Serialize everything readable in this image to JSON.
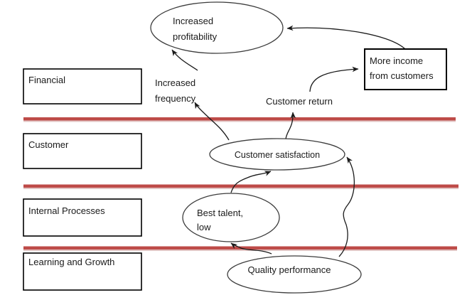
{
  "colors": {
    "divider": "#BE4B48",
    "divider_light": "#E2C4C3",
    "shape_stroke": "#3C3C3C",
    "box_stroke": "#000000",
    "text": "#1A1A1A"
  },
  "perspectives": [
    {
      "label": "Financial"
    },
    {
      "label": "Customer"
    },
    {
      "label": "Internal Processes"
    },
    {
      "label": "Learning and Growth"
    }
  ],
  "nodes": {
    "increased_profitability": {
      "line1": "Increased",
      "line2": "profitability"
    },
    "more_income": {
      "line1": "More income",
      "line2": "from customers"
    },
    "increased_frequency": {
      "line1": "Increased",
      "line2": "frequency"
    },
    "customer_return": {
      "label": "Customer return"
    },
    "customer_satisfaction": {
      "label": "Customer satisfaction"
    },
    "best_talent": {
      "line1": "Best talent,",
      "line2": "low"
    },
    "quality_performance": {
      "label": "Quality performance"
    }
  }
}
